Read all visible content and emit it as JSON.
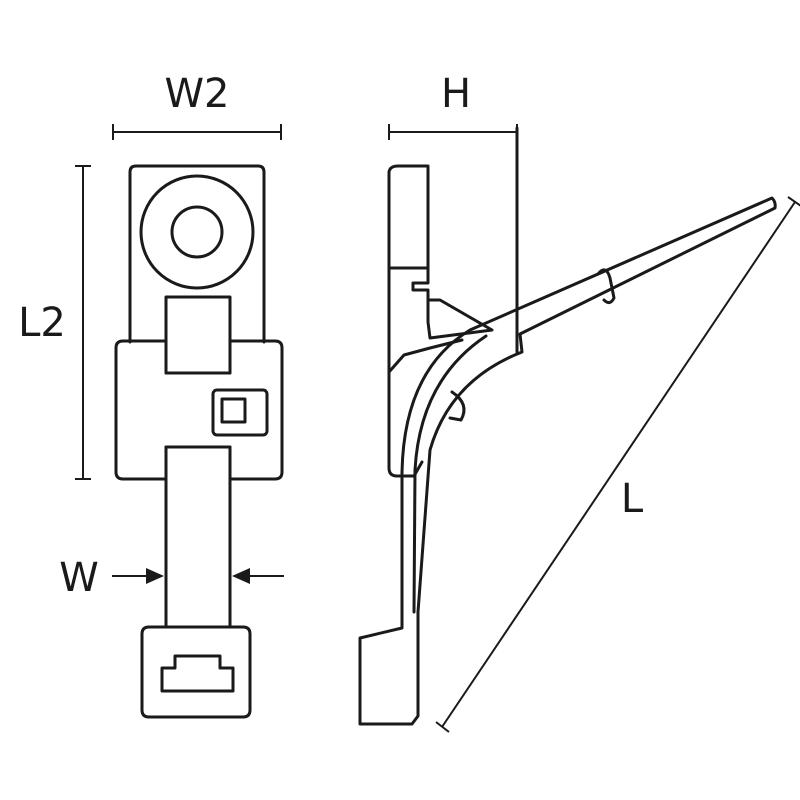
{
  "diagram": {
    "labels": {
      "w2": "W2",
      "h": "H",
      "l2": "L2",
      "w": "W",
      "l": "L"
    },
    "colors": {
      "line": "#1a1a1a",
      "background": "#ffffff"
    }
  }
}
